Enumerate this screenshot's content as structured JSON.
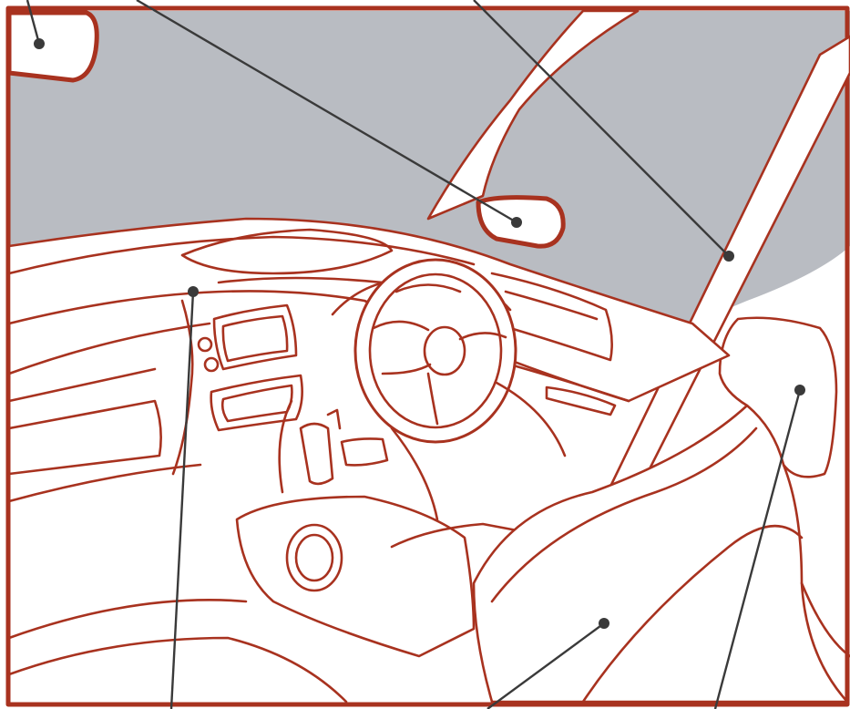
{
  "colors": {
    "outline": "#a8321f",
    "glass": "#b9bcc2",
    "leader": "#3a3a3a",
    "background": "#ffffff"
  },
  "callouts": [
    {
      "id": "rear-view-mirror-left"
    },
    {
      "id": "side-mirror"
    },
    {
      "id": "a-pillar"
    },
    {
      "id": "dashboard"
    },
    {
      "id": "headrest"
    },
    {
      "id": "seat"
    }
  ]
}
